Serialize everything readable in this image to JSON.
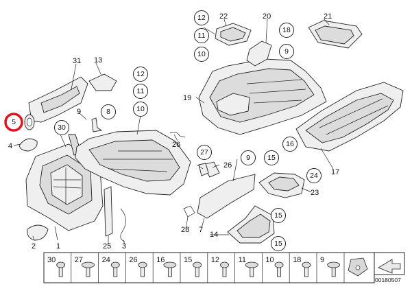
{
  "callouts": {
    "c31": "31",
    "c13": "13",
    "c12a": "12",
    "c11a": "11",
    "c10a": "10",
    "c22": "22",
    "c20": "20",
    "c21": "21",
    "c12b": "12",
    "c11b": "11",
    "c10b": "10",
    "c18a": "18",
    "c9a": "9",
    "c19": "19",
    "c16a": "16",
    "c17": "17",
    "c5": "5",
    "c4": "4",
    "c30": "30",
    "c1": "1",
    "c2": "2",
    "c9b": "9",
    "c8": "8",
    "c26a": "26",
    "c27": "27",
    "c26b": "26",
    "c9c": "9",
    "c15a": "15",
    "c24": "24",
    "c23": "23",
    "c15b": "15",
    "c14": "14",
    "c15c": "15",
    "c28": "28",
    "c7": "7",
    "c25": "25",
    "c3": "3"
  },
  "fastener_strip": {
    "labels": [
      "30",
      "27",
      "24",
      "26",
      "16",
      "15",
      "12",
      "11",
      "10",
      "18",
      "9"
    ]
  },
  "reference_number": "00180507",
  "highlight": {
    "callout": "5",
    "color": "#e0141e"
  }
}
